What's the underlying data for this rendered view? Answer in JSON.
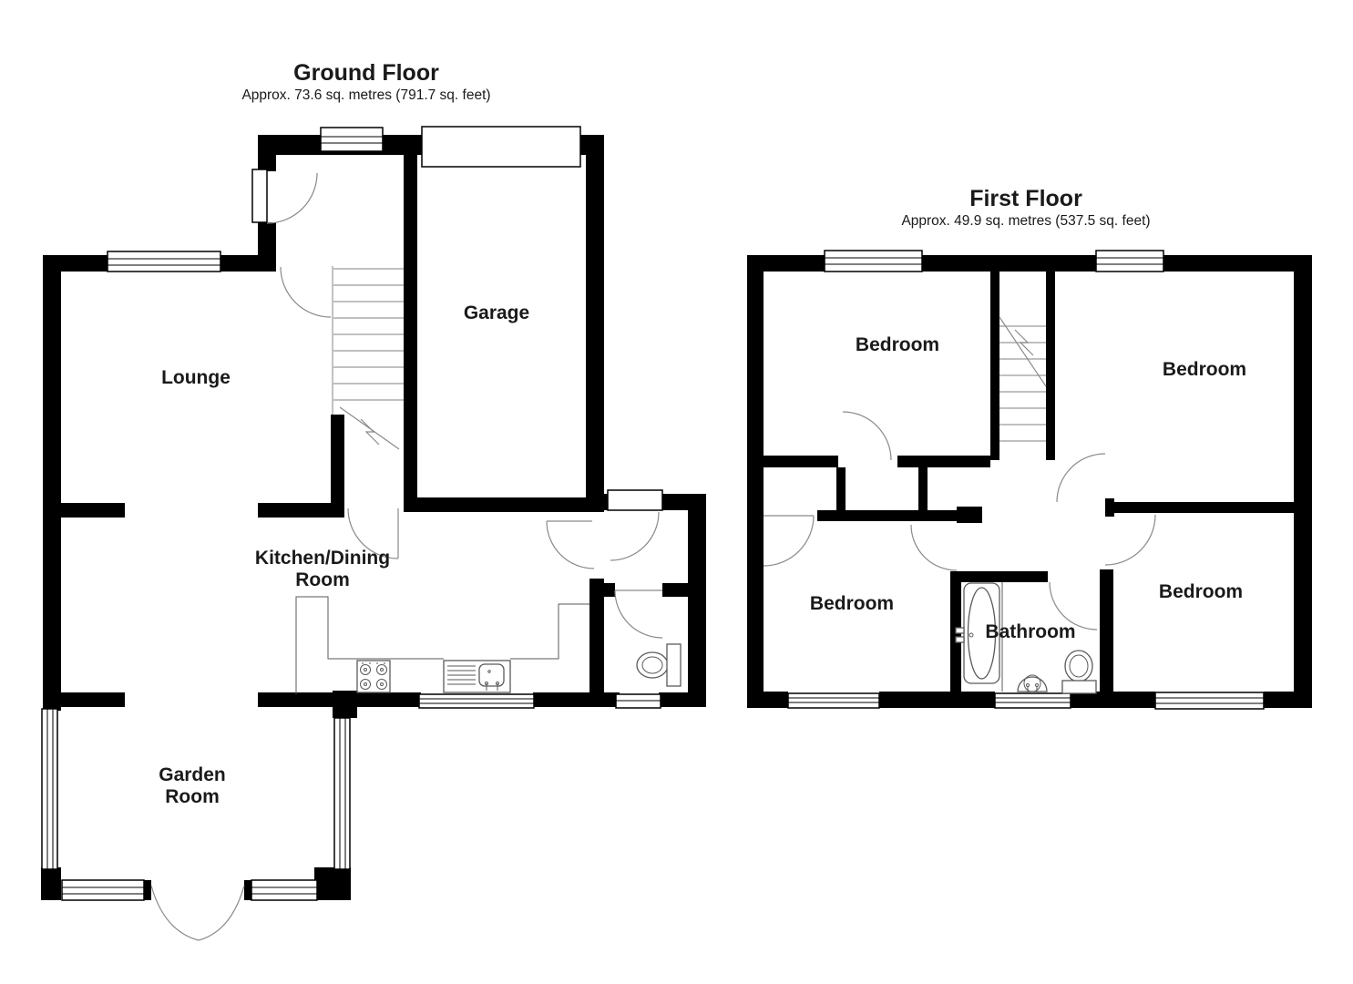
{
  "ground_floor": {
    "title": "Ground Floor",
    "area": "Approx. 73.6 sq. metres (791.7 sq. feet)",
    "rooms": {
      "lounge": "Lounge",
      "garage": "Garage",
      "kitchen_dining_line1": "Kitchen/Dining",
      "kitchen_dining_line2": "Room",
      "garden_line1": "Garden",
      "garden_line2": "Room"
    }
  },
  "first_floor": {
    "title": "First Floor",
    "area": "Approx. 49.9 sq. metres (537.5 sq. feet)",
    "rooms": {
      "bedroom_top_left": "Bedroom",
      "bedroom_top_right": "Bedroom",
      "bedroom_bottom_left": "Bedroom",
      "bedroom_bottom_right": "Bedroom",
      "bathroom": "Bathroom"
    }
  },
  "colors": {
    "wall": "#000000",
    "background": "#ffffff",
    "door_arc": "#8a8a8a",
    "fixture_line": "#5a5a5a"
  }
}
